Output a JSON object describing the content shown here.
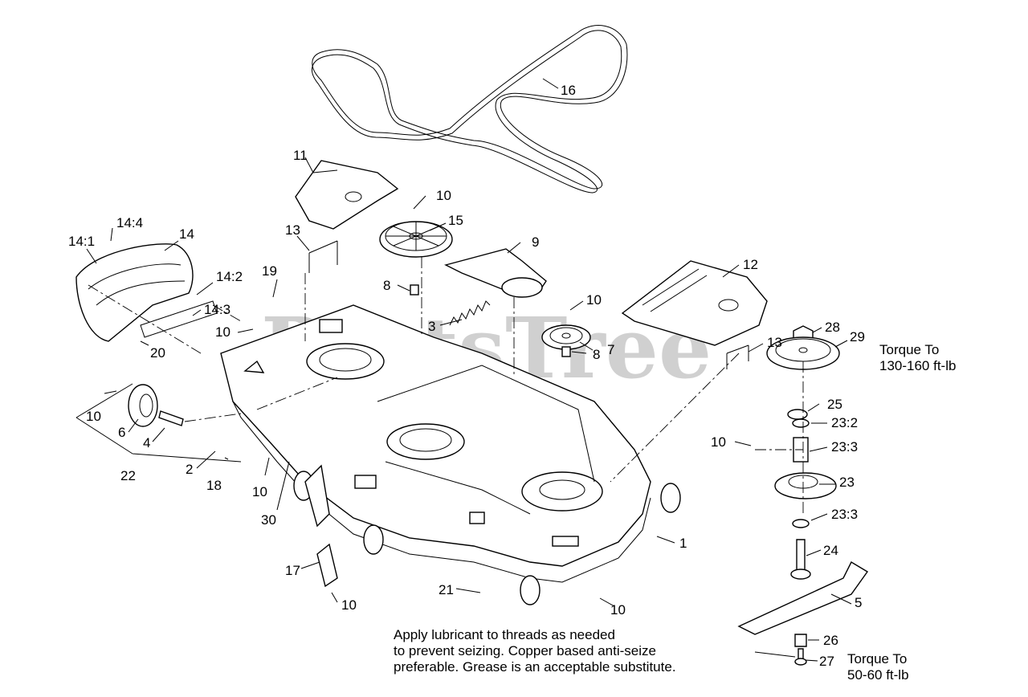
{
  "watermark": "PartsTree",
  "callouts": {
    "c1": "1",
    "c2": "2",
    "c3": "3",
    "c4": "4",
    "c5": "5",
    "c6": "6",
    "c7": "7",
    "c8a": "8",
    "c8b": "8",
    "c9": "9",
    "c10a": "10",
    "c10b": "10",
    "c10c": "10",
    "c10d": "10",
    "c10e": "10",
    "c10f": "10",
    "c10g": "10",
    "c10h": "10",
    "c11": "11",
    "c12": "12",
    "c13a": "13",
    "c13b": "13",
    "c14": "14",
    "c14_1": "14:1",
    "c14_2": "14:2",
    "c14_3": "14:3",
    "c14_4": "14:4",
    "c15": "15",
    "c16": "16",
    "c17": "17",
    "c18": "18",
    "c19": "19",
    "c20": "20",
    "c21": "21",
    "c22": "22",
    "c23": "23",
    "c23_2": "23:2",
    "c23_3a": "23:3",
    "c23_3b": "23:3",
    "c24": "24",
    "c25": "25",
    "c26": "26",
    "c27": "27",
    "c28": "28",
    "c29": "29",
    "c30": "30"
  },
  "torque_notes": {
    "upper_line1": "Torque To",
    "upper_line2": "130-160 ft-lb",
    "lower_line1": "Torque To",
    "lower_line2": "50-60 ft-lb"
  },
  "lubricant_note": [
    "Apply lubricant to threads as needed",
    "to prevent seizing. Copper based anti-seize",
    "preferable. Grease is an acceptable substitute."
  ]
}
